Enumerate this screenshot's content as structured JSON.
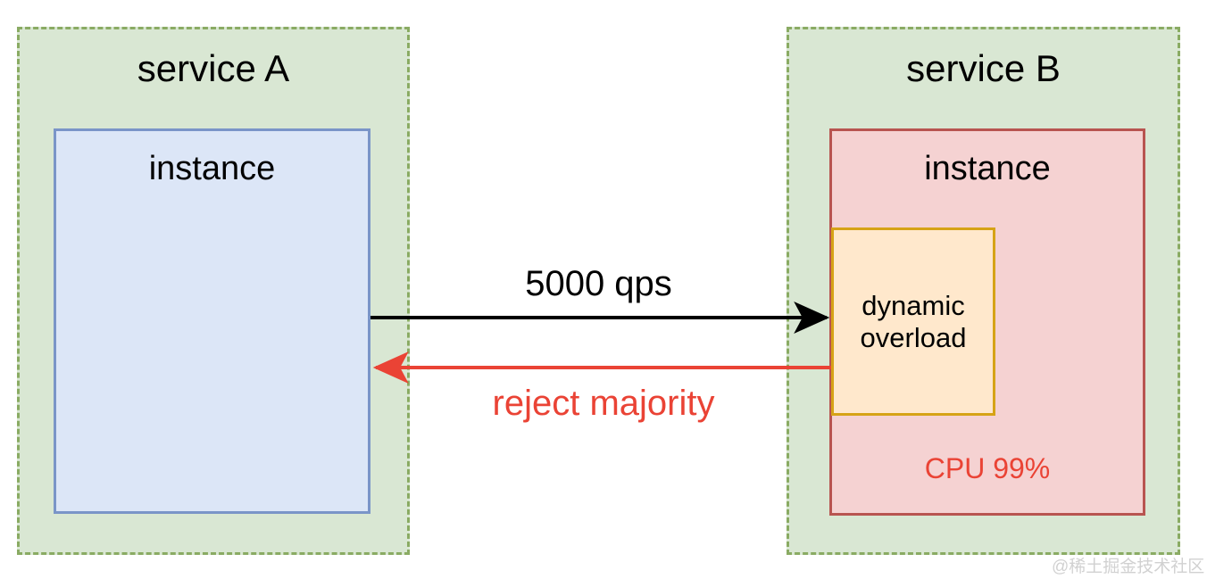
{
  "diagram": {
    "type": "service-overload-flow",
    "background": "#ffffff",
    "colors": {
      "group_fill": "#d9e7d3",
      "group_border": "#8aab63",
      "instance_blue_fill": "#dce6f7",
      "instance_blue_border": "#7a95c8",
      "instance_red_fill": "#f5d2d2",
      "instance_red_border": "#b85450",
      "overload_fill": "#ffe8cc",
      "overload_border": "#d6a316",
      "request_arrow": "#000000",
      "reject_arrow": "#ea4335",
      "status_text": "#ea4335"
    },
    "service_a": {
      "title": "service A",
      "instance_label": "instance"
    },
    "service_b": {
      "title": "service B",
      "instance_label": "instance",
      "overload_line_1": "dynamic",
      "overload_line_2": "overload",
      "cpu_status": "CPU 99%"
    },
    "edges": {
      "request_label": "5000 qps",
      "reject_label": "reject majority"
    },
    "watermark": "@稀土掘金技术社区"
  }
}
